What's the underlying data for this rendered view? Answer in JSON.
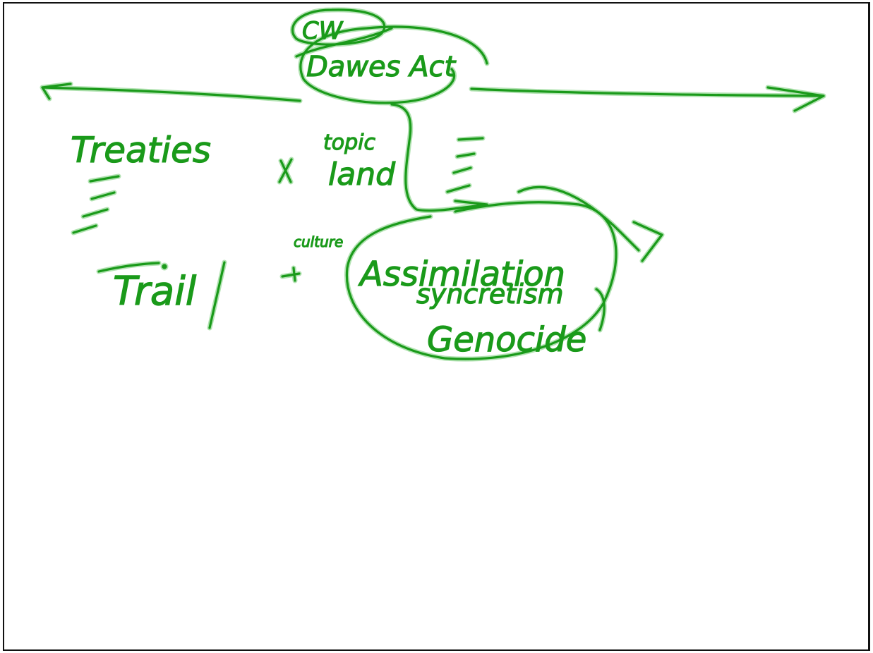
{
  "whiteboard": {
    "ink_color": "#1a9a1a",
    "ink_halo_color": "#7fd07f",
    "labels": {
      "cw": "CW",
      "dawes_act": "Dawes Act",
      "treaties": "Treaties",
      "topic": "topic",
      "land": "land",
      "trail": "Trail",
      "culture": "culture",
      "assimilation": "Assimilation",
      "syncretism": "syncretism",
      "genocide": "Genocide"
    }
  }
}
